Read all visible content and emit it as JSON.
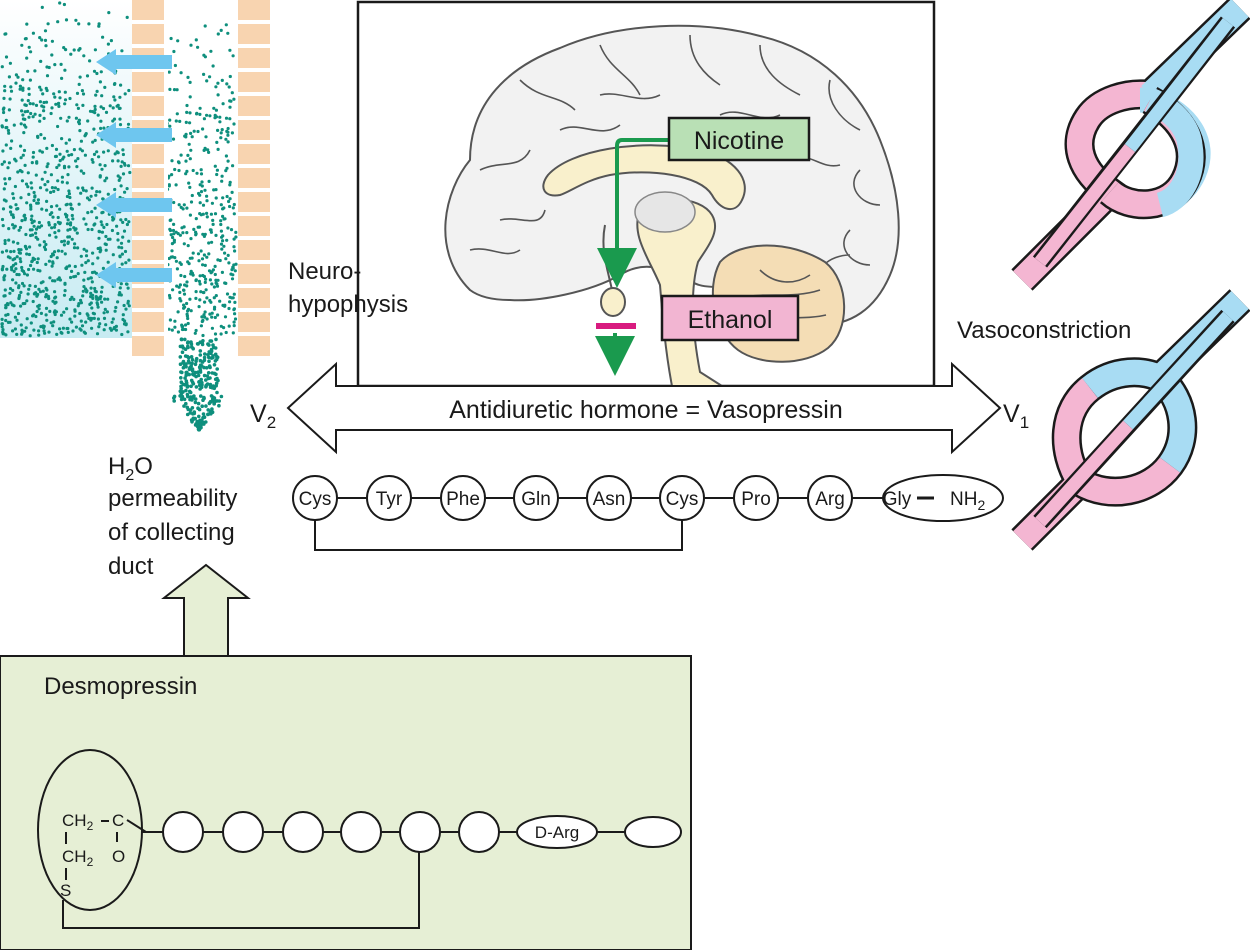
{
  "colors": {
    "nicotine_green": "#1a9a4e",
    "nicotine_box": "#b9e0b5",
    "ethanol_magenta": "#d81b7f",
    "ethanol_box": "#f2b5d2",
    "desmo_box": "#e6efd5",
    "brick": "#f8d4b0",
    "arrow_blue": "#6ec6ef",
    "vessel_blue": "#a8dcf3",
    "vessel_pink": "#f4b6d2",
    "dots": "#0e8f7d",
    "brain_cream": "#f9f0cc"
  },
  "labels": {
    "neurohypophysis_1": "Neuro-",
    "neurohypophysis_2": "hypophysis",
    "nicotine": "Nicotine",
    "ethanol": "Ethanol",
    "hormone": "Antidiuretic hormone = Vasopressin",
    "v2": "V",
    "v2_sub": "2",
    "v1": "V",
    "v1_sub": "1",
    "vasoconstriction": "Vasoconstriction",
    "h2o_1": "H",
    "h2o_1_sub": "2",
    "h2o_1_end": "O",
    "h2o_2": "permeability",
    "h2o_3": "of collecting",
    "h2o_4": "duct",
    "desmopressin": "Desmopressin"
  },
  "peptide": [
    "Cys",
    "Tyr",
    "Phe",
    "Gln",
    "Asn",
    "Cys",
    "Pro",
    "Arg"
  ],
  "peptide_last": {
    "a": "Gly",
    "b": "NH",
    "b_sub": "2"
  },
  "desmo": {
    "ch2_top": "CH",
    "ch2_bottom": "CH",
    "sub": "2",
    "c": "C",
    "o": "O",
    "s": "S",
    "darg": "D-Arg"
  }
}
